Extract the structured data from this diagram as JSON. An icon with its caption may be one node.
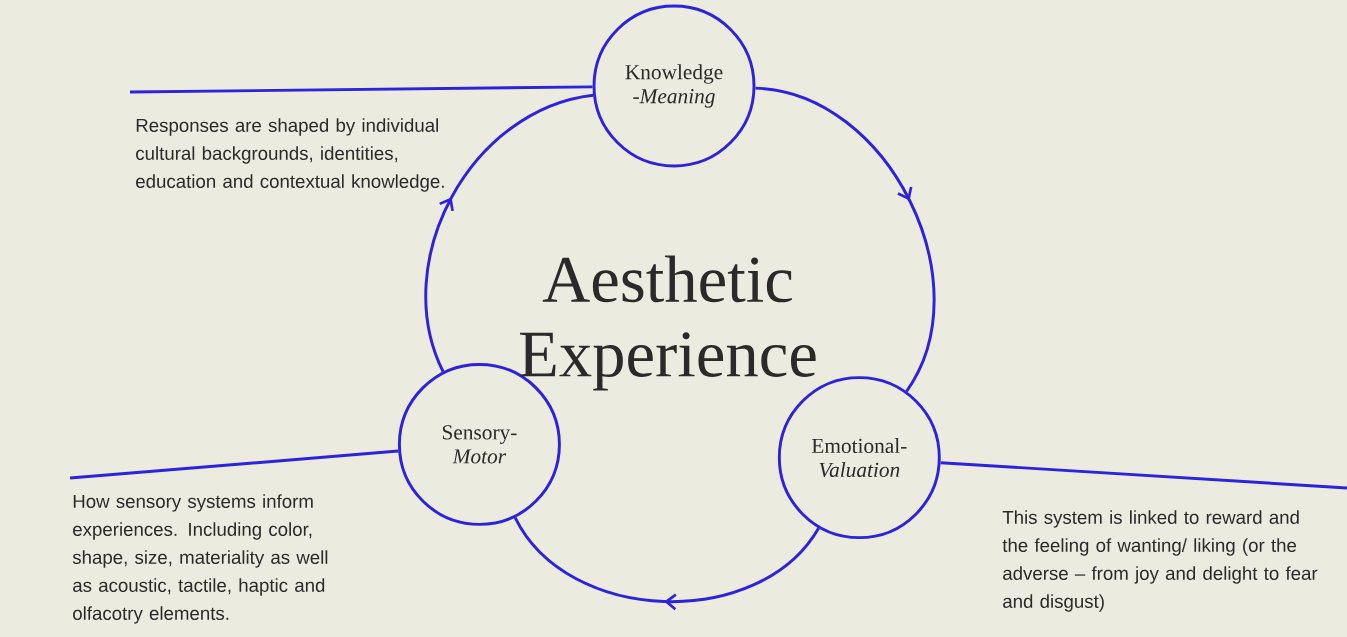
{
  "diagram": {
    "title": "Aesthetic Experience",
    "nodes": [
      {
        "text": [
          "Knowledge *-Meaning*"
        ]
      },
      {
        "text": [
          "Sensory- *Motor*"
        ]
      },
      {
        "text": [
          "Emotional- *Valuation*"
        ]
      }
    ],
    "edges": [
      {
        "from": 0,
        "to": 2,
        "arrow": "to"
      },
      {
        "from": 2,
        "to": 1,
        "arrow": "to"
      },
      {
        "from": 1,
        "to": 0,
        "arrow": "to"
      },
      {
        "from": 0,
        "to": null,
        "arrow": "none"
      },
      {
        "from": 1,
        "to": null,
        "arrow": "none"
      },
      {
        "from": 2,
        "to": null,
        "arrow": "none"
      }
    ],
    "labels": [
      "Responses are shaped by individual cultural backgrounds, identities, education and contextual knowledge.",
      "How sensory systems inform experiences. Including color, shape, size, materiality as well as acoustic, tactile, haptic and olfacotry elements.",
      "This system is linked to reward and the feeling of wanting/ liking (or the adverse – from joy and delight to fear and disgust)"
    ]
  }
}
